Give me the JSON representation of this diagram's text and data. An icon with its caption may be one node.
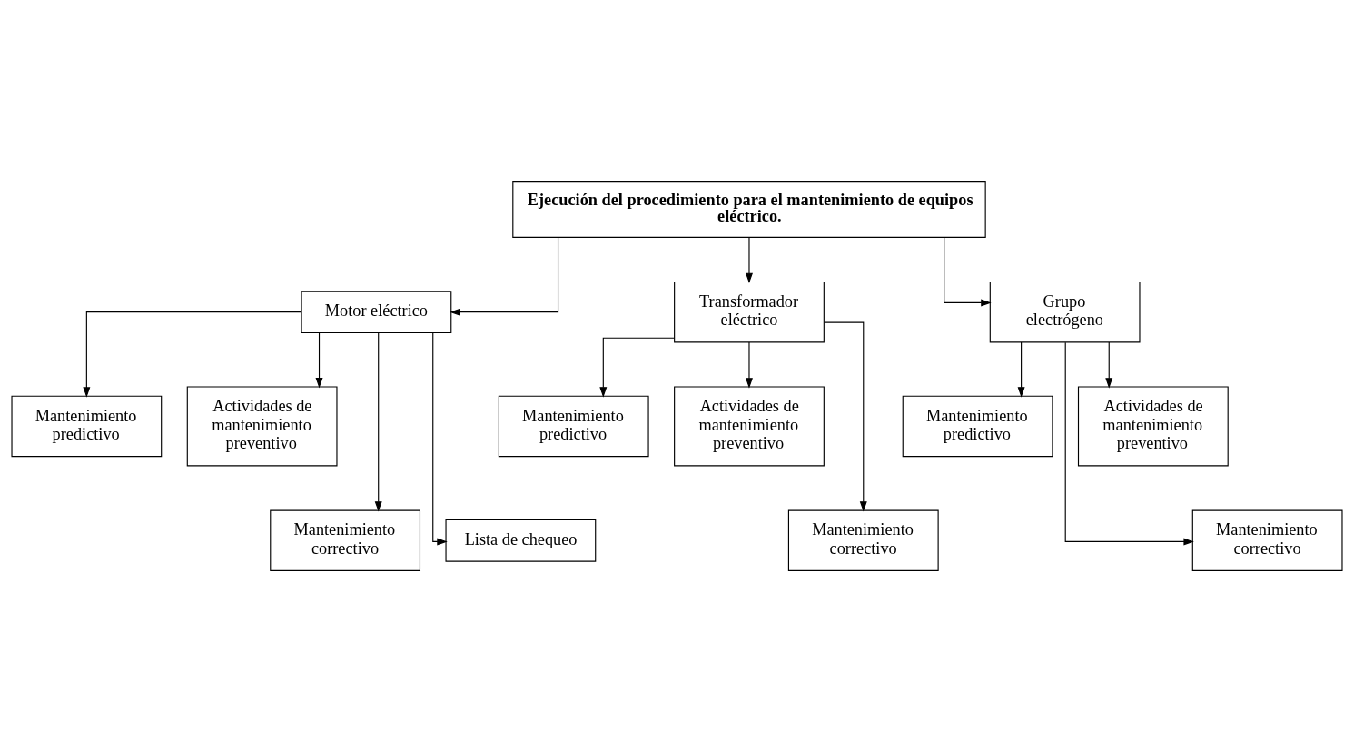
{
  "diagram": {
    "nodes": [
      {
        "text": [
          "Ejecución del procedimiento para el mantenimiento de equipos eléctrico."
        ]
      },
      {
        "text": [
          "Motor eléctrico"
        ]
      },
      {
        "text": [
          "Transformador eléctrico"
        ]
      },
      {
        "text": [
          "Grupo electrógeno"
        ]
      },
      {
        "text": [
          "Mantenimiento predictivo"
        ]
      },
      {
        "text": [
          "Actividades de mantenimiento preventivo"
        ]
      },
      {
        "text": [
          "Mantenimiento correctivo"
        ]
      },
      {
        "text": [
          "Lista de chequeo"
        ]
      },
      {
        "text": [
          "Mantenimiento predictivo"
        ]
      },
      {
        "text": [
          "Actividades de mantenimiento preventivo"
        ]
      },
      {
        "text": [
          "Mantenimiento correctivo"
        ]
      },
      {
        "text": [
          "Mantenimiento predictivo"
        ]
      },
      {
        "text": [
          "Actividades de mantenimiento preventivo"
        ]
      },
      {
        "text": [
          "Mantenimiento correctivo"
        ]
      }
    ],
    "edges": [
      {
        "from": 0,
        "to": 1,
        "arrow": "to"
      },
      {
        "from": 0,
        "to": 2,
        "arrow": "to"
      },
      {
        "from": 0,
        "to": 3,
        "arrow": "to"
      },
      {
        "from": 1,
        "to": 4,
        "arrow": "to"
      },
      {
        "from": 1,
        "to": 5,
        "arrow": "to"
      },
      {
        "from": 1,
        "to": 6,
        "arrow": "to"
      },
      {
        "from": 1,
        "to": 7,
        "arrow": "to"
      },
      {
        "from": 2,
        "to": 8,
        "arrow": "to"
      },
      {
        "from": 2,
        "to": 9,
        "arrow": "to"
      },
      {
        "from": 2,
        "to": 10,
        "arrow": "to"
      },
      {
        "from": 3,
        "to": 11,
        "arrow": "to"
      },
      {
        "from": 3,
        "to": 12,
        "arrow": "to"
      },
      {
        "from": 3,
        "to": 13,
        "arrow": "to"
      }
    ]
  }
}
